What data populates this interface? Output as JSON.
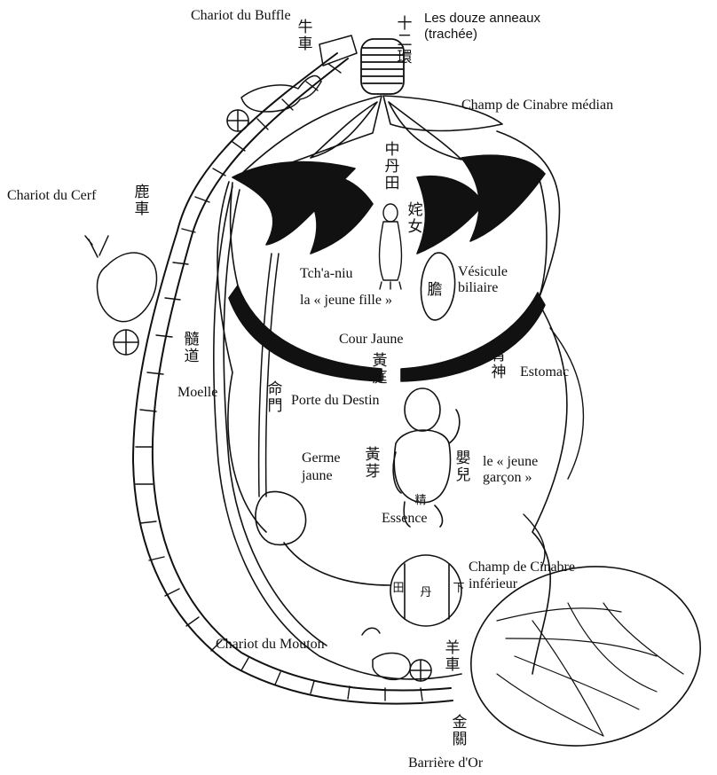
{
  "labels": {
    "chariot_buffle": "Chariot du Buffle",
    "douze_anneaux_1": "Les douze anneaux",
    "douze_anneaux_2": "(trachée)",
    "champ_median": "Champ de Cinabre médian",
    "chariot_cerf": "Chariot du Cerf",
    "tchaniu": "Tch'a-niu",
    "jeune_fille": "la « jeune fille »",
    "vesicule_1": "Vésicule",
    "vesicule_2": "biliaire",
    "cour_jaune": "Cour Jaune",
    "estomac": "Estomac",
    "moelle": "Moelle",
    "porte_destin": "Porte du Destin",
    "germe_1": "Germe",
    "germe_2": "jaune",
    "jeune_garcon_1": "le « jeune",
    "jeune_garcon_2": "garçon »",
    "essence": "Essence",
    "champ_inferieur_1": "Champ de Cinabre",
    "champ_inferieur_2": "inférieur",
    "chariot_mouton": "Chariot du Mouton",
    "barriere_or": "Barrière d'Or"
  },
  "characters": {
    "niu_che": "牛車",
    "shi_er_huan": "十二環",
    "zhong_dan_tian": "中丹田",
    "lu_che": "鹿車",
    "chanu": "姹女",
    "dan": "膽",
    "sui_dao": "髓道",
    "huang_ting": "黃庭",
    "wei_shen": "胃神",
    "ming_men": "命門",
    "huang_ya": "黃芽",
    "ying_er": "嬰兒",
    "jing": "精",
    "xia_dan_tian": [
      "田",
      "丹",
      "下"
    ],
    "yang_che": "羊車",
    "jin_guan": "金關"
  }
}
